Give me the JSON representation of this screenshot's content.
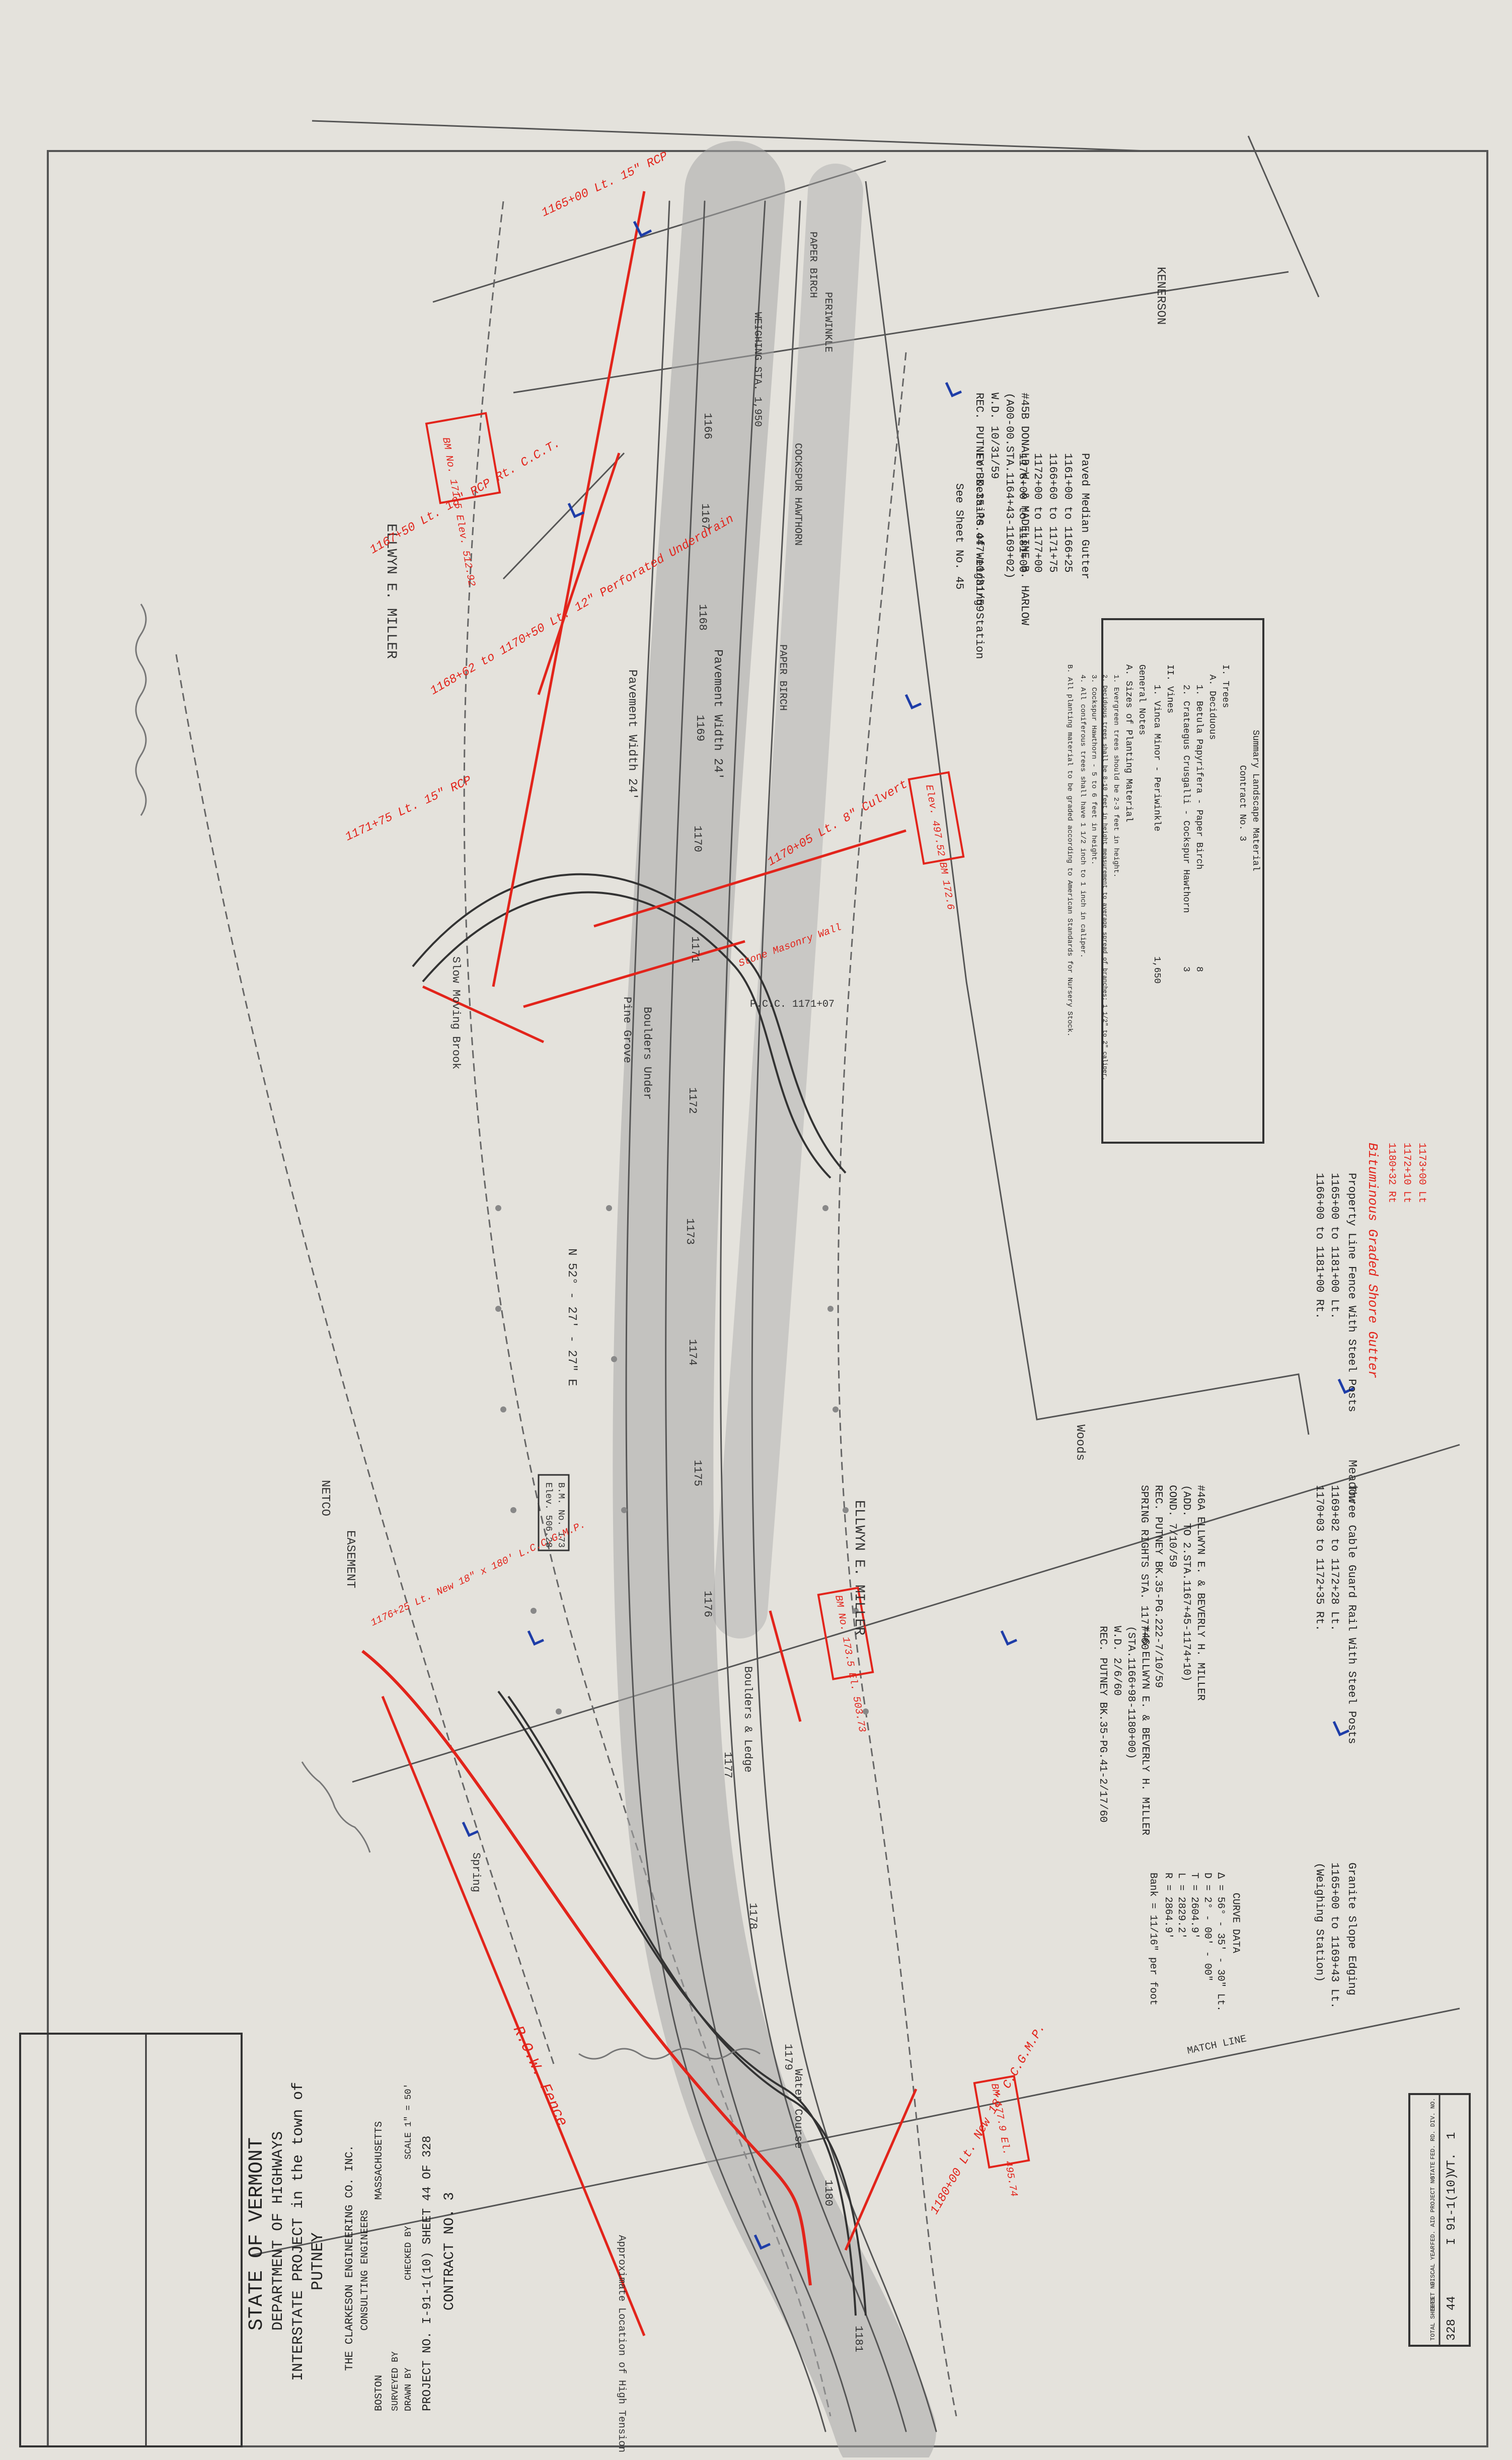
{
  "colors": {
    "paper": "#e4e2dc",
    "ink": "#3a3a3a",
    "red_markup": "#e2241b",
    "blue_markup": "#1e3da8",
    "shading": "#9a9a9a"
  },
  "title_block": {
    "state": "STATE OF VERMONT",
    "department": "DEPARTMENT OF HIGHWAYS",
    "project": "INTERSTATE PROJECT in the town of",
    "town": "PUTNEY",
    "engineer": "THE CLARKESON ENGINEERING CO. INC.",
    "engineer_sub": "CONSULTING ENGINEERS",
    "city": "BOSTON",
    "state_abbr": "MASSACHUSETTS",
    "surveyed": "SURVEYED BY",
    "drawn": "DRAWN BY",
    "checked": "CHECKED BY",
    "scale": "SCALE 1\" = 50'",
    "project_no": "PROJECT NO. I-91-1(10) SHEET 44 OF 328",
    "contract": "CONTRACT NO. 3"
  },
  "sheet_index": {
    "headers": [
      "FED. RD. DIV. NO.",
      "STATE",
      "FED. AID PROJECT NO.",
      "FISCAL YEAR",
      "SHEET NO.",
      "TOTAL SHEETS"
    ],
    "values": [
      "1",
      "VT.",
      "I 91-1(10)",
      "",
      "44",
      "328"
    ]
  },
  "notes": {
    "paved_median_gutter": {
      "title": "Paved Median Gutter",
      "lines": [
        "1161+00 to 1166+25",
        "1166+60 to 1171+75",
        "1172+00 to 1177+00",
        "1178+00 to 1181+00"
      ]
    },
    "deed_1": [
      "#45B DONALD W. & MADELINE B. HARLOW",
      "(A00-00.STA.1164+43-1169+02)",
      "W.D. 10/31/59",
      "REC. PUTNEY BK.35-PG.447-10/31/59"
    ],
    "weighing": [
      "For Details of Weighing Station",
      "See Sheet No. 45"
    ],
    "fence": {
      "title": "Property Line Fence With Steel Posts",
      "lines": [
        "1165+00 to 1181+00 Lt.",
        "1166+00 to 1181+00 Rt."
      ]
    },
    "bituminous_gutter": [
      "Bituminous Graded Shore Gutter",
      "1180+32 Rt",
      "1172+10 Lt",
      "1173+00 Lt"
    ],
    "guard_rail": {
      "title": "Three Cable Guard Rail With Steel Posts",
      "lines": [
        "1169+82 to 1172+28 Lt.",
        "1170+03 to 1172+35 Rt."
      ]
    },
    "deed_2": [
      "#46A ELLWYN E. & BEVERLY H. MILLER",
      "(ADD. TO 2.STA.1167+45-1174+10)",
      "COND. 7/10/59",
      "REC. PUTNEY BK.35-PG.222-7/10/59",
      "SPRING RIGHTS STA. 1177+60"
    ],
    "deed_3": [
      "#46 ELLWYN E. & BEVERLY H. MILLER",
      "(STA.1166+98-1180+00)",
      "W.D. 2/6/60",
      "REC. PUTNEY BK.35-PG.41-2/17/60"
    ],
    "granite_edging": {
      "title": "Granite Slope Edging",
      "lines": [
        "1165+00 to 1169+43 Lt.",
        "(Weighing Station)"
      ]
    },
    "curve": {
      "title": "CURVE DATA",
      "lines": [
        "Δ = 56° - 35' - 30\" Lt.",
        "D = 2° - 00' - 00\"",
        "T = 2604.9'",
        "L = 2829.2'",
        "R = 2864.9'",
        "Bank = 11/16\" per foot"
      ]
    }
  },
  "landscape": {
    "title": "Summary Landscape Material",
    "subtitle": "Contract No. 3",
    "items": [
      {
        "label": "I. Trees",
        "qty": ""
      },
      {
        "label": "A. Deciduous",
        "qty": ""
      },
      {
        "label": "1. Betula Papyrifera - Paper Birch",
        "qty": "8"
      },
      {
        "label": "2. Crataegus Crusgalli - Cockspur Hawthorn",
        "qty": "3"
      },
      {
        "label": "II. Vines",
        "qty": ""
      },
      {
        "label": "1. Vinca Minor - Periwinkle",
        "qty": "1,650"
      },
      {
        "label": "General Notes",
        "qty": ""
      }
    ],
    "notes": [
      "A. Sizes of Planting Material",
      "1. Evergreen trees should be 2-3 feet in height.",
      "2. Deciduous trees shall be 8-10 feet in height measurement to average spread of branches; 1 1/2\" to 2\" caliper.",
      "3. Cockspur Hawthorn - 5 to 6 feet in height.",
      "4. All coniferous trees shall have 1 1/2 inch to 1 inch in caliper.",
      "B. All planting material to be graded according to American Standards for Nursery Stock."
    ]
  },
  "map_labels": {
    "owner_1": "ELLWYN E. MILLER",
    "owner_2": "ELLWYN E. MILLER",
    "owner_3": "KENERSON",
    "meadow": "Meadow",
    "woods": "Woods",
    "match_line": "MATCH LINE",
    "bearing": "N 52° - 27' - 27\" E",
    "pavement_1": "Pavement Width 24'",
    "pavement_2": "Pavement Width 24'",
    "tree_1": "PAPER BIRCH",
    "tree_2": "PERIWINKLE",
    "tree_3": "COCKSPUR HAWTHORN",
    "tree_4": "PAPER BIRCH",
    "weighing": "WEIGHING STA. 1,950",
    "pcc": "P.C.C. 1171+07",
    "bm_box": "B.M. No. 173",
    "bm_elev": "Elev. 506.28",
    "netco": "NETCO",
    "easement": "EASEMENT",
    "pine_grove": "Pine Grove",
    "spring": "Spring",
    "boulders_1": "Boulders Under",
    "boulders_2": "Boulders & Ledge",
    "water_course": "Water Course",
    "approx": "Approximate Location of High Tension Line",
    "slow_brook": "Slow Moving Brook",
    "stations": [
      "1166",
      "1167",
      "1168",
      "1169",
      "1170",
      "1171",
      "1172",
      "1173",
      "1174",
      "1175",
      "1176",
      "1177",
      "1178",
      "1179",
      "1180",
      "1181"
    ]
  },
  "red_notes": [
    "1165+00 Lt. 15\" RCP",
    "BM No. 171.5 Elev. 512.92",
    "1167+50 Lt. 18\" RCP Rt. C.C.T.",
    "1168+62 to 1170+50 Lt. 12\" Perforated Underdrain",
    "1170+05 Lt. 8\" Culvert",
    "Elev. 497.52 BM 172.6",
    "1171+75 Lt. 15\" RCP",
    "1176+25 Lt. New 18\" x 180' L.C.C.G.M.P.",
    "BM No. 173.5 El. 503.73",
    "R.O.W. Fence",
    "BM 177.9 El. 495.74",
    "1180+00 Lt. New 18\" C.C.G.M.P.",
    "Stone Masonry Wall"
  ]
}
